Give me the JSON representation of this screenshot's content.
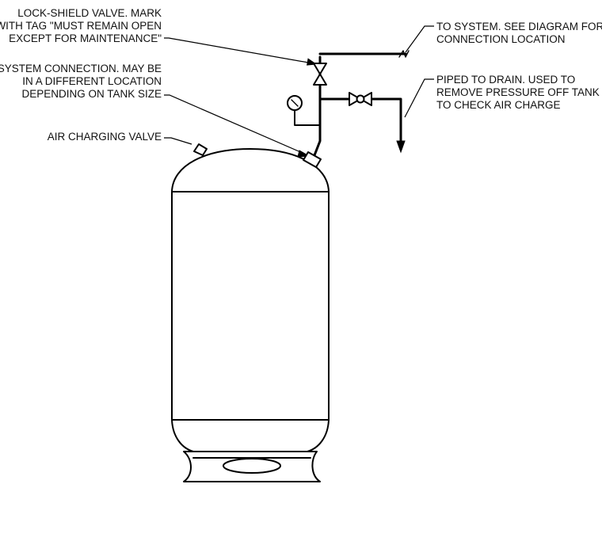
{
  "diagram": {
    "labels": {
      "lock_shield_valve": {
        "line1": "LOCK-SHIELD VALVE. MARK",
        "line2": "WITH TAG \"MUST REMAIN OPEN",
        "line3": "EXCEPT FOR MAINTENANCE\""
      },
      "system_connection": {
        "line1": "SYSTEM CONNECTION. MAY BE",
        "line2": "IN A DIFFERENT LOCATION",
        "line3": "DEPENDING ON TANK SIZE"
      },
      "air_charging_valve": {
        "line1": "AIR CHARGING VALVE"
      },
      "to_system": {
        "line1": "TO SYSTEM. SEE DIAGRAM FOR",
        "line2": "CONNECTION LOCATION"
      },
      "piped_to_drain": {
        "line1": "PIPED TO DRAIN. USED TO",
        "line2": "REMOVE PRESSURE OFF TANK",
        "line3": "TO CHECK AIR CHARGE"
      }
    }
  }
}
